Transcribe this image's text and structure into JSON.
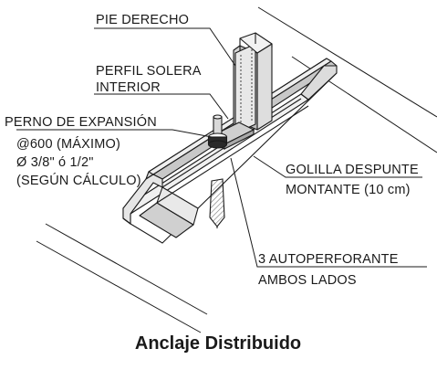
{
  "diagram": {
    "labels": {
      "pie_derecho": "PIE DERECHO",
      "perfil_solera_1": "PERFIL SOLERA",
      "perfil_solera_2": "INTERIOR",
      "perno_1": "PERNO DE EXPANSIÓN",
      "perno_2": "@600 (MÁXIMO)",
      "perno_3": "Ø 3/8\" ó 1/2\"",
      "perno_4": "(SEGÚN CÁLCULO)",
      "golilla_1": "GOLILLA DESPUNTE",
      "golilla_2": "MONTANTE (10 cm)",
      "tornillos_1": "3 AUTOPERFORANTE",
      "tornillos_2": "AMBOS LADOS"
    },
    "title": "Anclaje Distribuido",
    "colors": {
      "line": "#1a1a1a",
      "steel_light": "#e8e8e8",
      "steel_mid": "#c4c4c4",
      "steel_dark": "#9a9a9a",
      "background": "#ffffff"
    }
  }
}
